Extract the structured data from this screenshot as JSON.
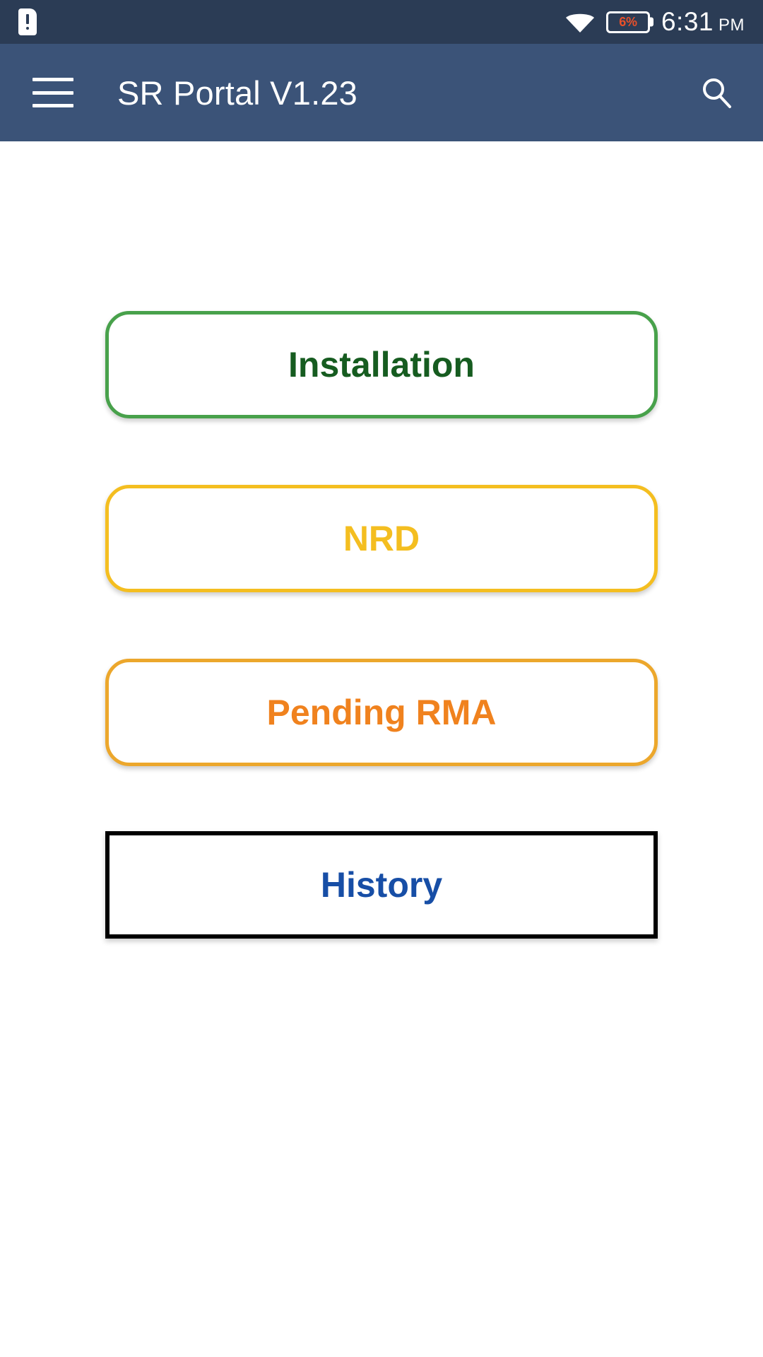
{
  "status_bar": {
    "background_color": "#2b3c55",
    "left_icons": [
      {
        "name": "sim-card-warning-icon",
        "label": "SIM card warning"
      }
    ],
    "wifi_icon": "wifi-full-signal-icon",
    "battery": {
      "icon": "battery-icon",
      "percent_label": "6%",
      "percent_value": 6,
      "text_color": "#e8502a"
    },
    "clock": {
      "time": "6:31",
      "ampm": "PM"
    }
  },
  "app_bar": {
    "background_color": "#3b5378",
    "menu_icon": "hamburger-menu-icon",
    "title": "SR Portal V1.23",
    "search_icon": "search-icon"
  },
  "main": {
    "background_color": "#ffffff",
    "buttons": [
      {
        "id": "installation",
        "label": "Installation",
        "border_color": "#48a14b",
        "text_color": "#165c20",
        "fill_color": "#ffffff",
        "shape": "rounded"
      },
      {
        "id": "nrd",
        "label": "NRD",
        "border_color": "#f4be20",
        "text_color": "#f4be20",
        "fill_color": "#ffffff",
        "shape": "rounded"
      },
      {
        "id": "pending-rma",
        "label": "Pending RMA",
        "border_color": "#eca72c",
        "text_color": "#f0821e",
        "fill_color": "#ffffff",
        "shape": "rounded"
      },
      {
        "id": "history",
        "label": "History",
        "border_color": "#000000",
        "text_color": "#174ea6",
        "fill_color": "#ffffff",
        "shape": "square"
      }
    ]
  }
}
